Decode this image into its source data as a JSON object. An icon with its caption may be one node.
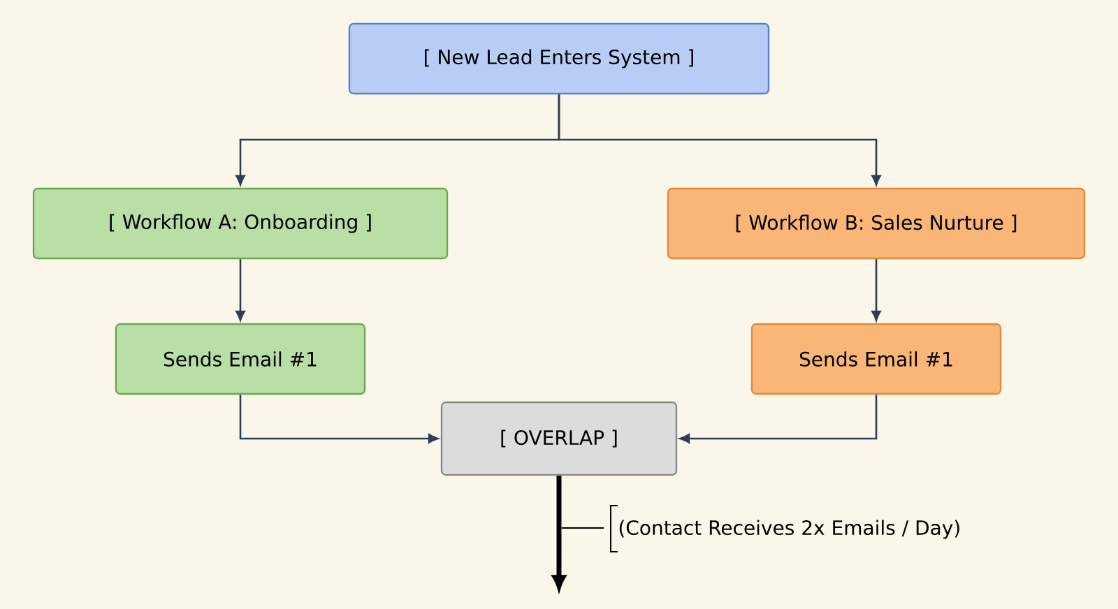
{
  "diagram": {
    "nodes": [
      {
        "text": [
          "[ New Lead Enters System ]"
        ]
      },
      {
        "text": [
          "[ Workflow A: Onboarding ]"
        ]
      },
      {
        "text": [
          "[ Workflow B: Sales Nurture ]"
        ]
      },
      {
        "text": [
          "Sends Email #1"
        ]
      },
      {
        "text": [
          "Sends Email #1"
        ]
      },
      {
        "text": [
          "[ OVERLAP ]"
        ]
      }
    ],
    "edges": [
      {
        "from": 0,
        "to": 1,
        "arrow": "to"
      },
      {
        "from": 0,
        "to": 2,
        "arrow": "to"
      },
      {
        "from": 1,
        "to": 3,
        "arrow": "to"
      },
      {
        "from": 2,
        "to": 4,
        "arrow": "to"
      },
      {
        "from": 3,
        "to": 5,
        "arrow": "to"
      },
      {
        "from": 4,
        "to": 5,
        "arrow": "to"
      },
      {
        "from": 5,
        "to": null,
        "arrow": "to",
        "style": "thick"
      }
    ],
    "labels": [
      "(Contact Receives 2x Emails / Day)"
    ]
  }
}
